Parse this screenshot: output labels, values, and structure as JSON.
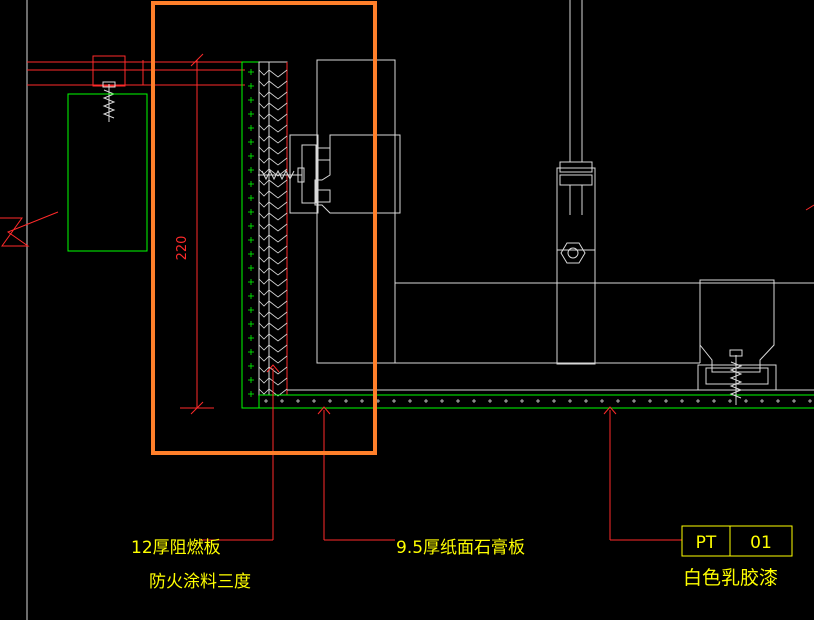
{
  "dimension": {
    "value": "220"
  },
  "labels": {
    "board": "12厚阻燃板",
    "fire_coating": "防火涂料三度",
    "gypsum": "9.5厚纸面石膏板",
    "paint": "白色乳胶漆"
  },
  "tag": {
    "code": "PT",
    "number": "01"
  },
  "colors": {
    "background": "#000000",
    "linework": "#d9d9d9",
    "annotation": "#ff2a2a",
    "board": "#00ff00",
    "text": "#ffff00",
    "highlight": "#ff7f2a"
  }
}
